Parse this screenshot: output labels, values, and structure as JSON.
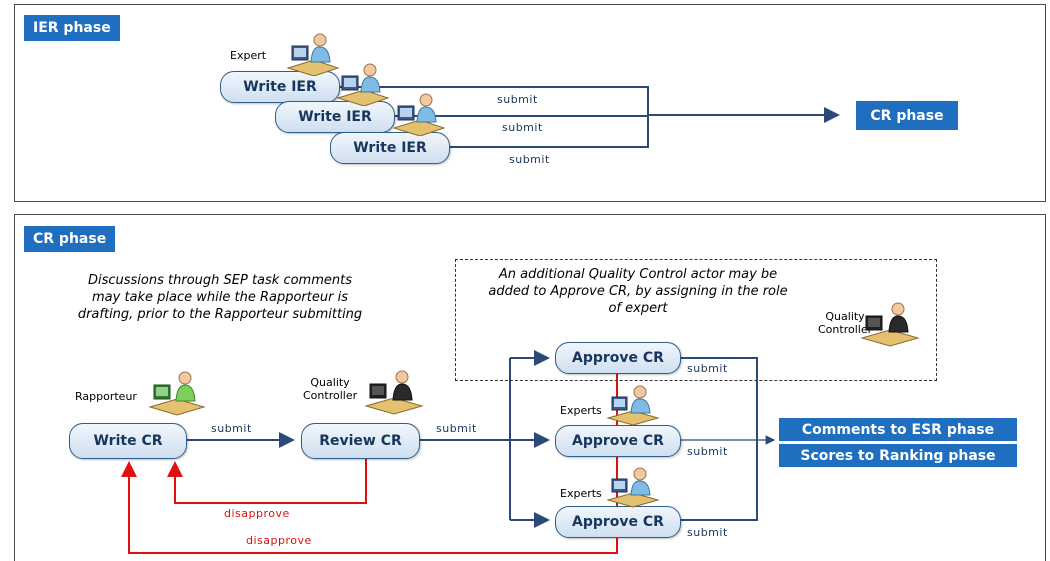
{
  "ier": {
    "title": "IER phase",
    "expert_label": "Expert",
    "nodes": [
      "Write IER",
      "Write IER",
      "Write IER"
    ],
    "submit_labels": [
      "submit",
      "submit",
      "submit"
    ],
    "target": "CR phase"
  },
  "cr": {
    "title": "CR phase",
    "discussion_note_lines": [
      "Discussions through SEP task comments",
      "may take place while the Rapporteur is",
      "drafting, prior to the Rapporteur submitting"
    ],
    "qc_note_lines": [
      "An additional Quality Control actor may be",
      "added to Approve CR, by assigning in the role",
      "of expert"
    ],
    "actors": {
      "rapporteur": "Rapporteur",
      "quality_controller_1": "Quality",
      "quality_controller_2": "Controller",
      "qc_box_1": "Quality",
      "qc_box_2": "Controller",
      "experts_a": "Experts",
      "experts_b": "Experts"
    },
    "nodes": {
      "write_cr": "Write CR",
      "review_cr": "Review CR",
      "approve_top": "Approve CR",
      "approve_mid": "Approve CR",
      "approve_bottom": "Approve CR"
    },
    "edge_labels": {
      "submit_1": "submit",
      "submit_2": "submit",
      "submit_top": "submit",
      "submit_mid": "submit",
      "submit_bottom": "submit",
      "disapprove_1": "disapprove",
      "disapprove_2": "disapprove"
    },
    "outputs": [
      "Comments to ESR phase",
      "Scores to Ranking phase"
    ]
  },
  "colors": {
    "phase_blue": "#1f6ebf",
    "node_border": "#2f5d8a",
    "flow_line": "#2b4a78",
    "disapprove_red": "#e01010"
  }
}
